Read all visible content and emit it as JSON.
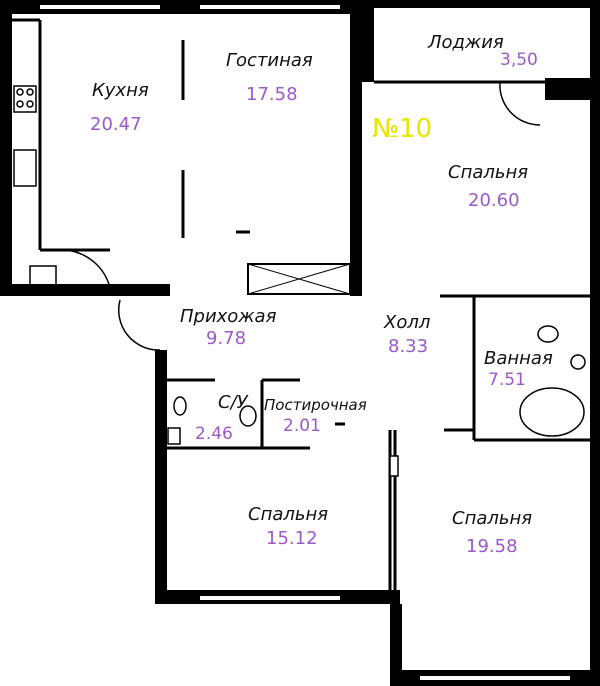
{
  "plan": {
    "apartment_no": "№10",
    "colors": {
      "wall": "#000000",
      "label": "#111111",
      "area": "#9b59c9",
      "apartment_no": "#e6e600"
    },
    "rooms": [
      {
        "key": "kitchen",
        "name": "Кухня",
        "area": "20.47"
      },
      {
        "key": "living",
        "name": "Гостиная",
        "area": "17.58"
      },
      {
        "key": "loggia",
        "name": "Лоджия",
        "area": "3,50"
      },
      {
        "key": "bedroom_ne",
        "name": "Спальня",
        "area": "20.60"
      },
      {
        "key": "hallway",
        "name": "Прихожая",
        "area": "9.78"
      },
      {
        "key": "hall",
        "name": "Холл",
        "area": "8.33"
      },
      {
        "key": "bathroom",
        "name": "Ванная",
        "area": "7.51"
      },
      {
        "key": "wc",
        "name": "С/У",
        "area": "2.46"
      },
      {
        "key": "laundry",
        "name": "Постирочная",
        "area": "2.01"
      },
      {
        "key": "bedroom_sw",
        "name": "Спальня",
        "area": "15.12"
      },
      {
        "key": "bedroom_se",
        "name": "Спальня",
        "area": "19.58"
      }
    ]
  }
}
